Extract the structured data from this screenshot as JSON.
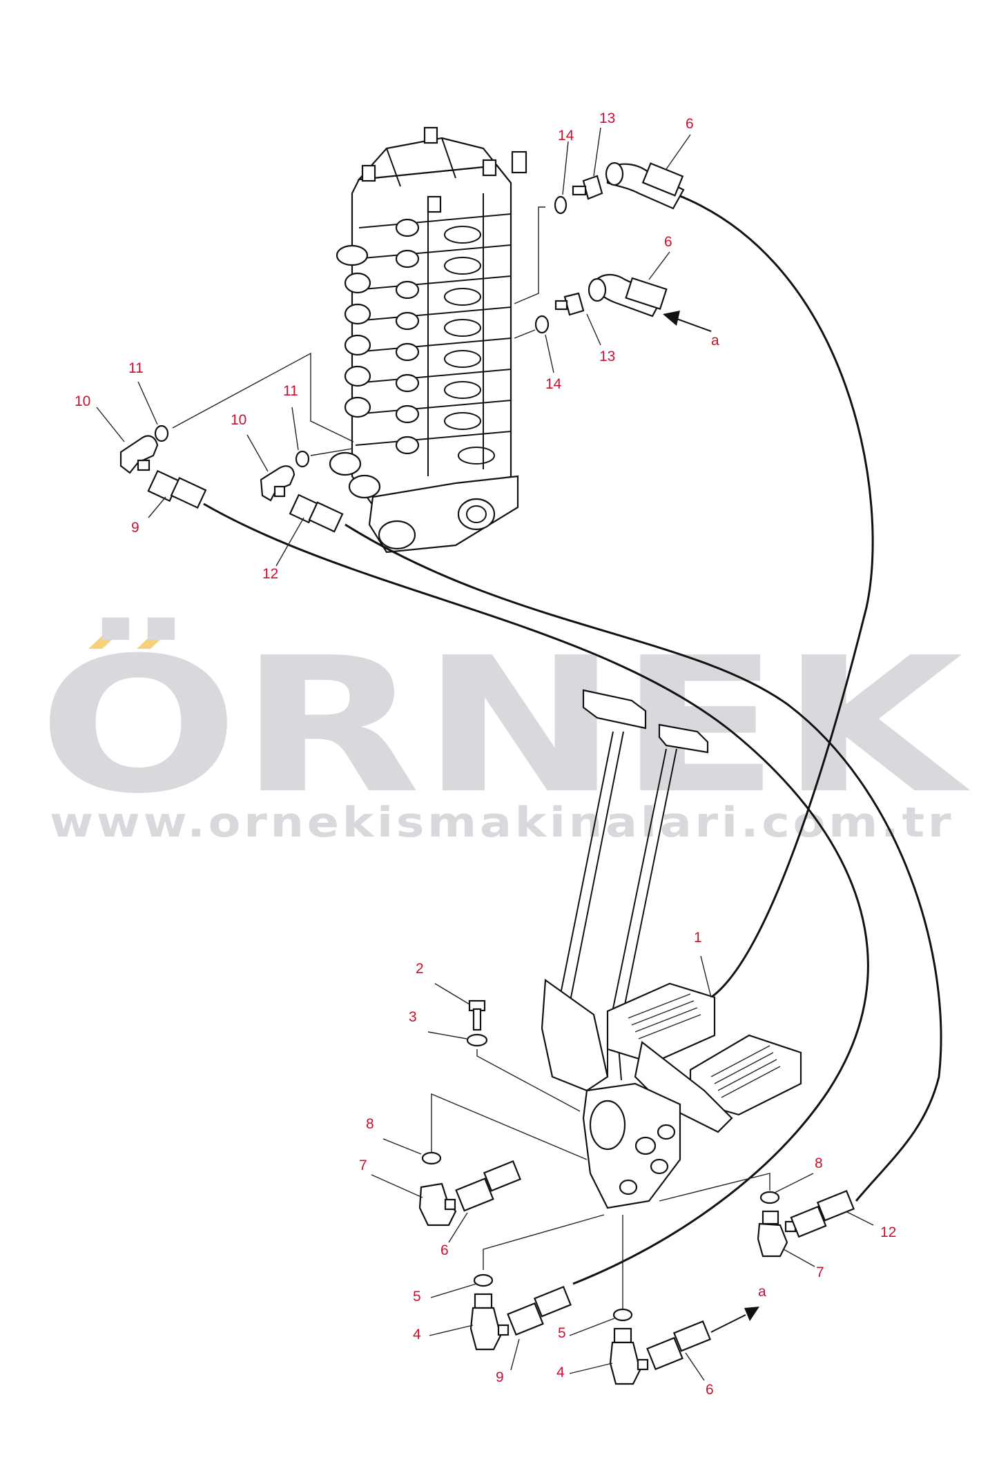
{
  "watermark": {
    "brand": "ÖRNEK",
    "url": "www.ornekismakinalari.com.tr",
    "accent_color": "#f5d27a",
    "text_color": "#d9d9dd"
  },
  "callouts": {
    "c1": "1",
    "c2": "2",
    "c3": "3",
    "c4a": "4",
    "c4b": "4",
    "c5a": "5",
    "c5b": "5",
    "c6a": "6",
    "c6b": "6",
    "c6c": "6",
    "c6d": "6",
    "c7a": "7",
    "c7b": "7",
    "c8a": "8",
    "c8b": "8",
    "c9a": "9",
    "c9b": "9",
    "c10a": "10",
    "c10b": "10",
    "c11a": "11",
    "c11b": "11",
    "c12a": "12",
    "c12b": "12",
    "c13a": "13",
    "c13b": "13",
    "c14a": "14",
    "c14b": "14",
    "ca_top": "a",
    "ca_bottom": "a"
  },
  "colors": {
    "callout": "#c8102e",
    "line": "#111111"
  }
}
